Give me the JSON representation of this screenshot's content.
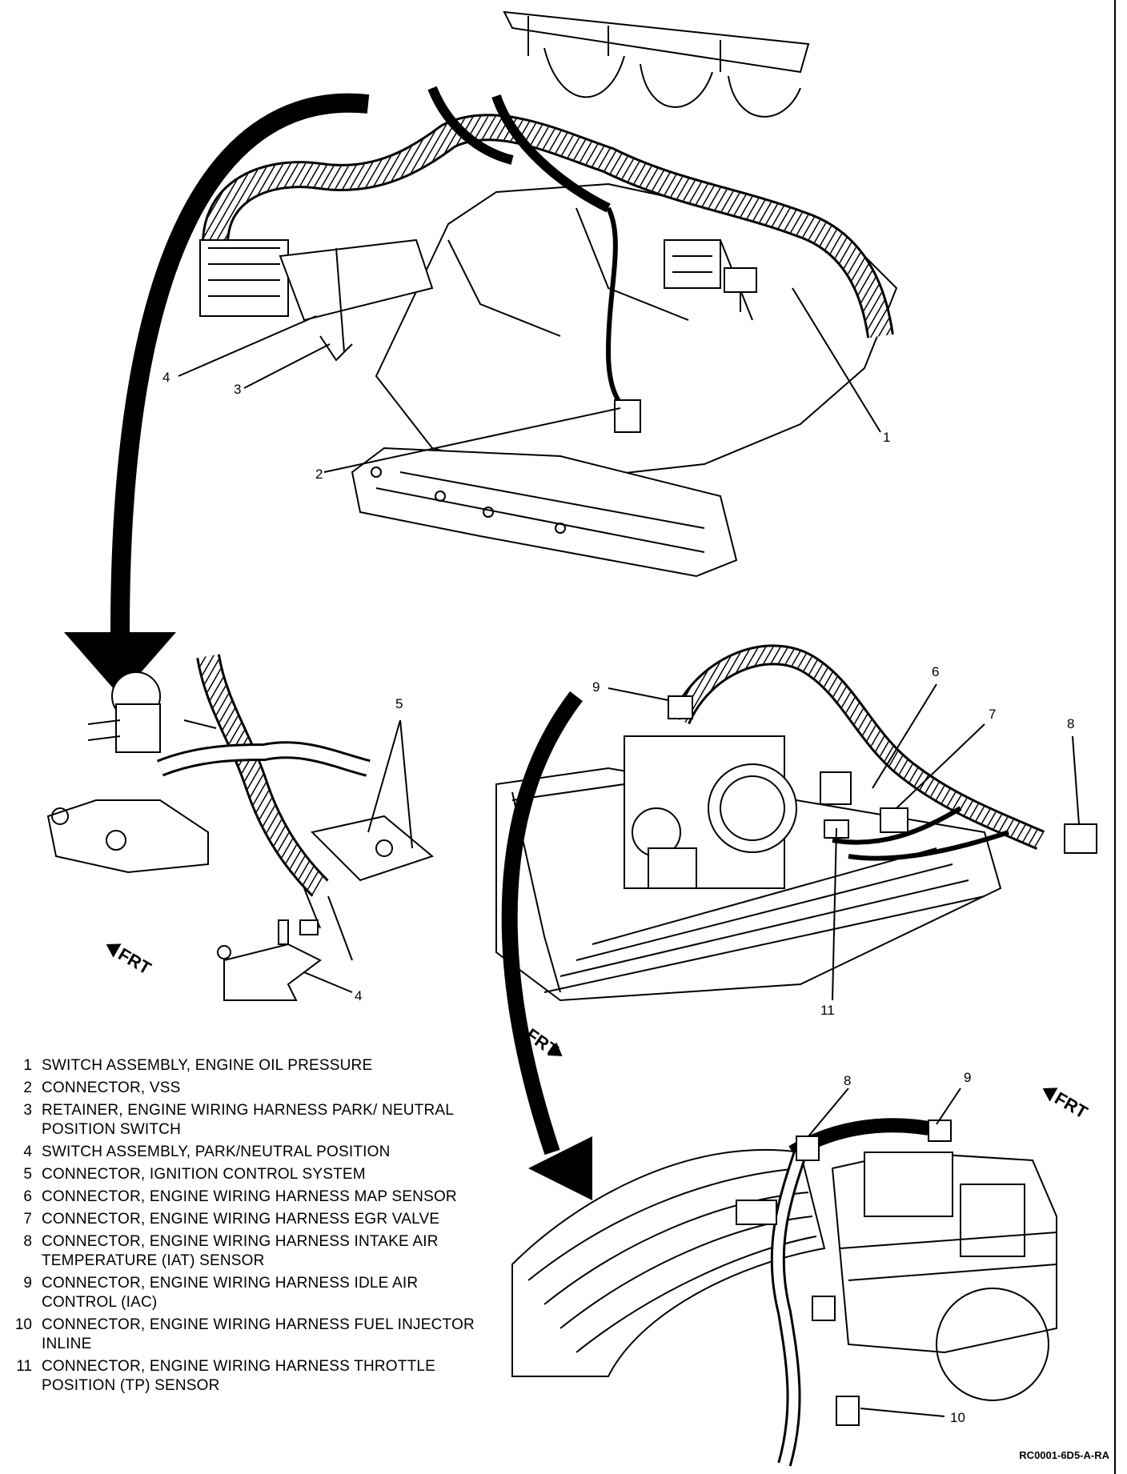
{
  "legend": [
    {
      "num": "1",
      "text": "SWITCH ASSEMBLY, ENGINE OIL PRESSURE"
    },
    {
      "num": "2",
      "text": "CONNECTOR, VSS"
    },
    {
      "num": "3",
      "text": "RETAINER, ENGINE WIRING HARNESS PARK/ NEUTRAL POSITION SWITCH"
    },
    {
      "num": "4",
      "text": "SWITCH ASSEMBLY, PARK/NEUTRAL POSITION"
    },
    {
      "num": "5",
      "text": "CONNECTOR, IGNITION CONTROL SYSTEM"
    },
    {
      "num": "6",
      "text": "CONNECTOR, ENGINE WIRING HARNESS MAP SENSOR"
    },
    {
      "num": "7",
      "text": "CONNECTOR, ENGINE WIRING HARNESS EGR VALVE"
    },
    {
      "num": "8",
      "text": "CONNECTOR, ENGINE WIRING HARNESS INTAKE AIR TEMPERATURE (IAT) SENSOR"
    },
    {
      "num": "9",
      "text": "CONNECTOR, ENGINE WIRING HARNESS IDLE AIR CONTROL (IAC)"
    },
    {
      "num": "10",
      "text": "CONNECTOR, ENGINE WIRING HARNESS FUEL INJECTOR INLINE"
    },
    {
      "num": "11",
      "text": "CONNECTOR, ENGINE WIRING HARNESS THROTTLE POSITION (TP) SENSOR"
    }
  ],
  "callouts": {
    "c1": "1",
    "c2": "2",
    "c3": "3",
    "c4a": "4",
    "c4b": "4",
    "c5": "5",
    "c6": "6",
    "c7": "7",
    "c8a": "8",
    "c8b": "8",
    "c9a": "9",
    "c9b": "9",
    "c10": "10",
    "c11": "11"
  },
  "frt_label": "FRT",
  "figure_code": "RC0001-6D5-A-RA"
}
